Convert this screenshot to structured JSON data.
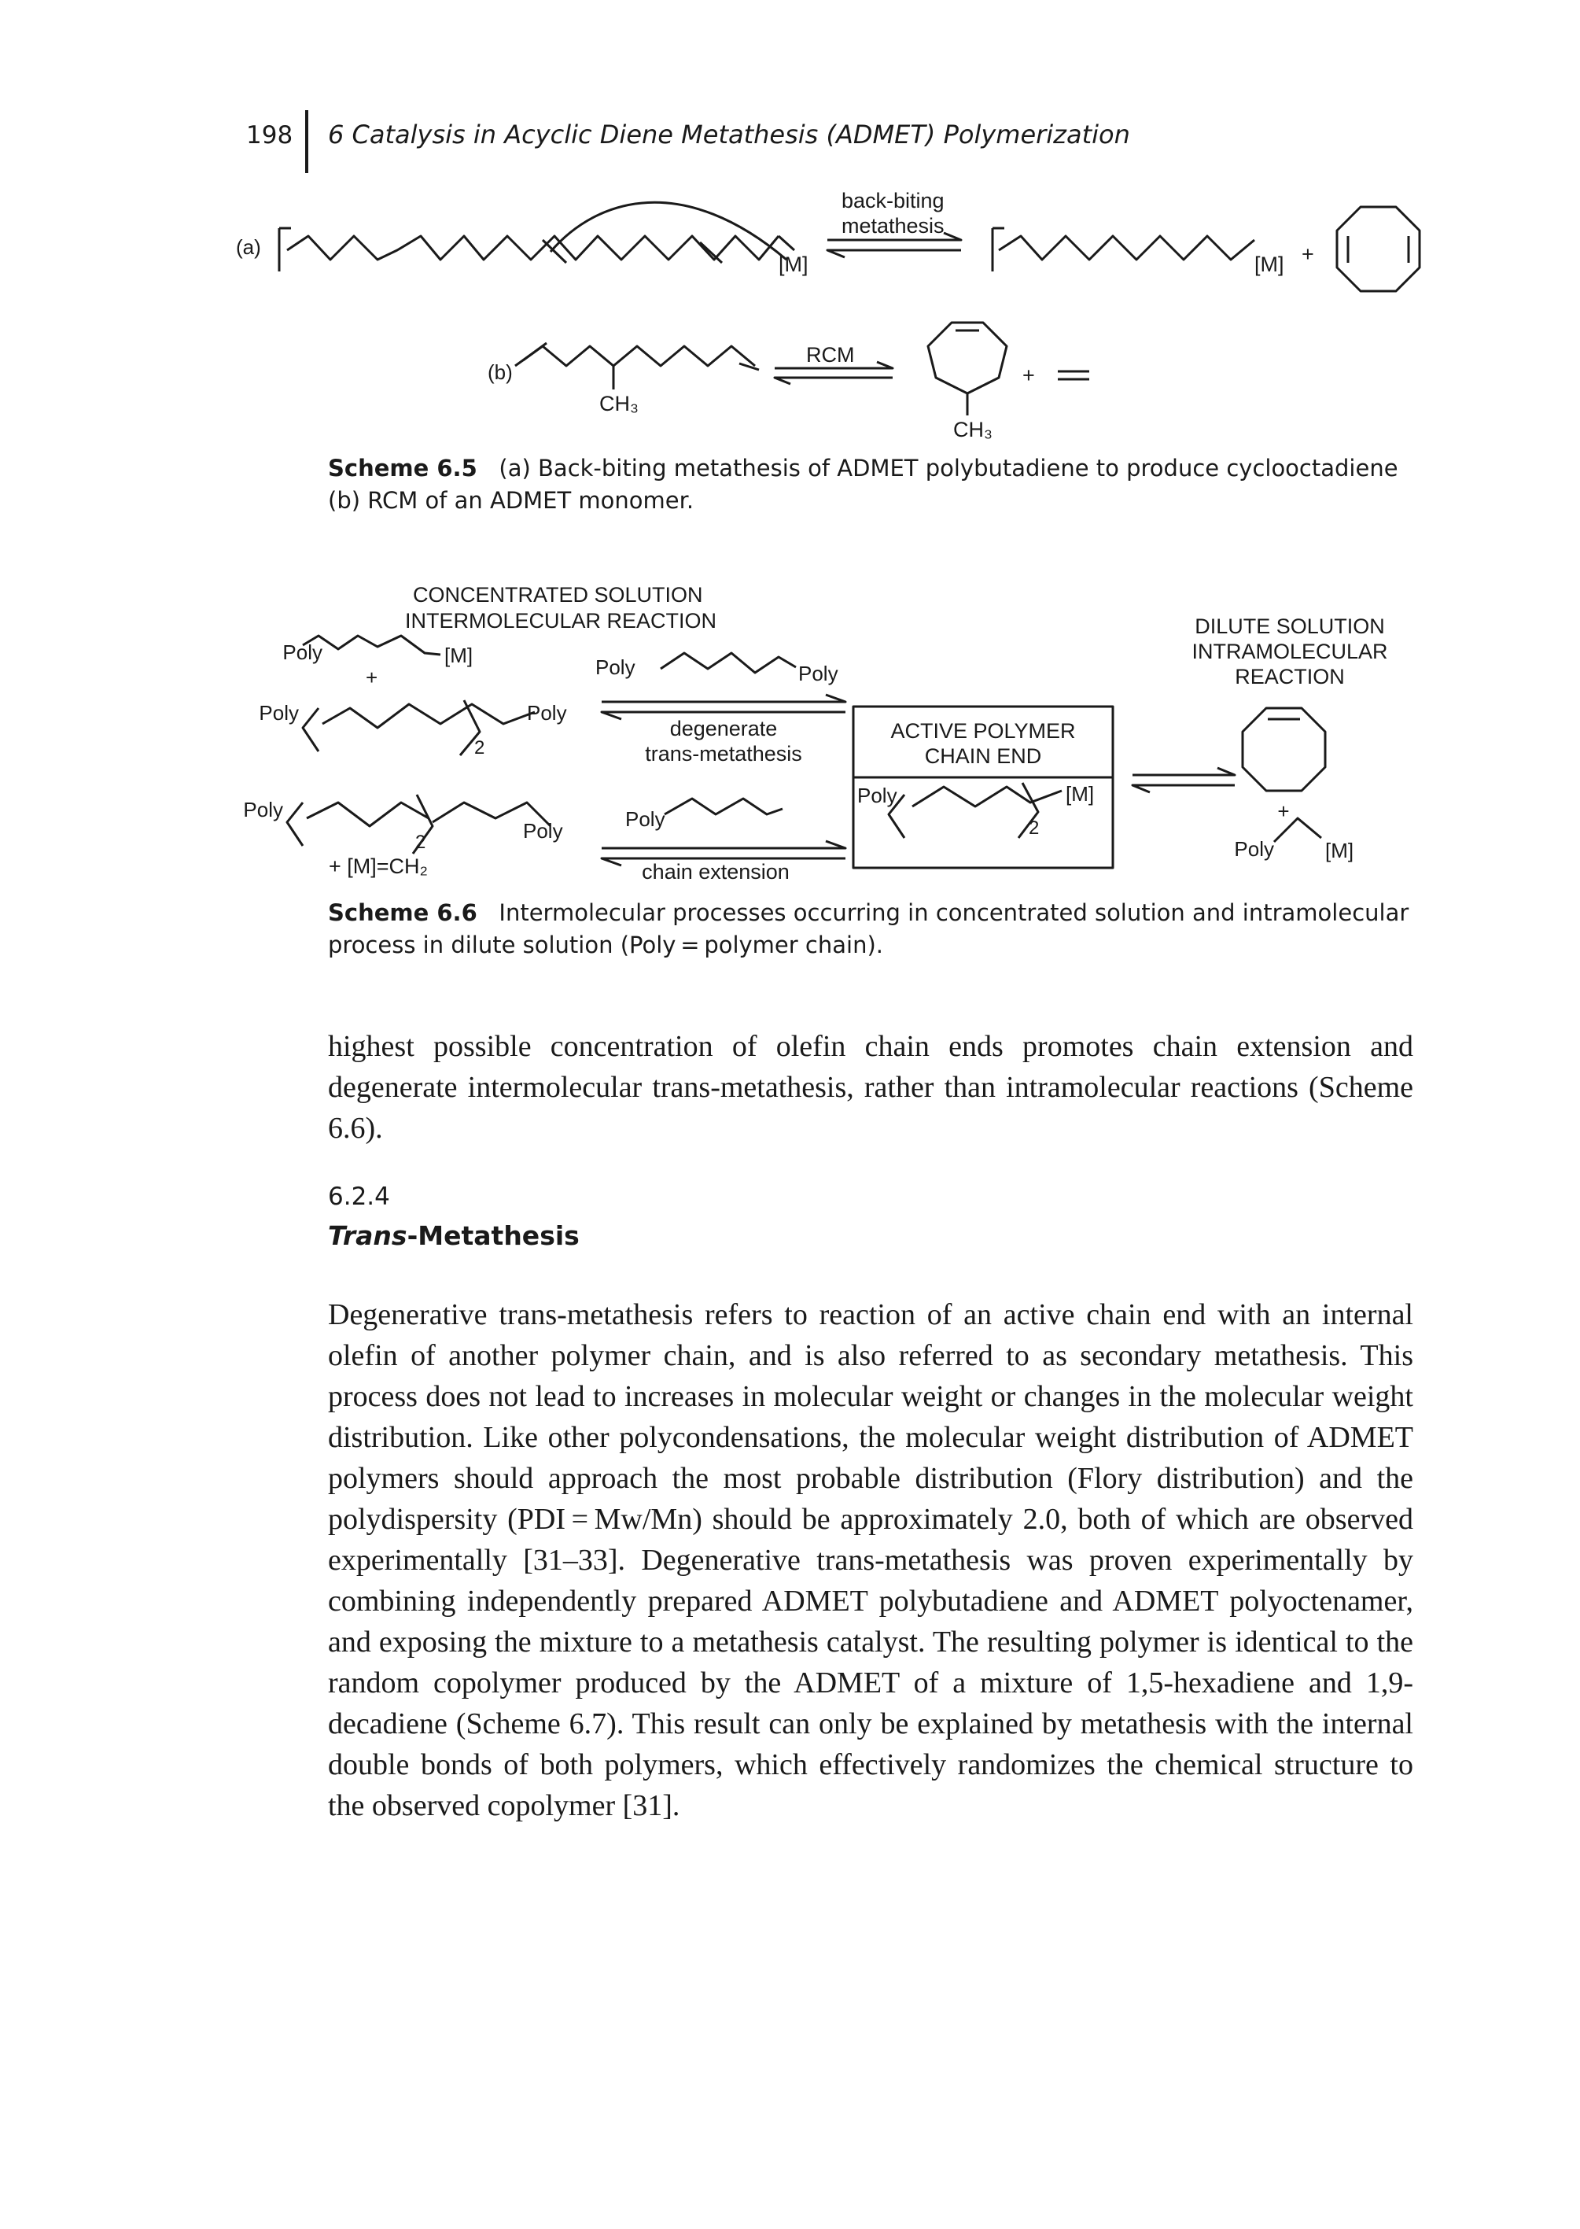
{
  "header": {
    "page_number": "198",
    "running_title": "6 Catalysis in Acyclic Diene Metathesis (ADMET) Polymerization"
  },
  "scheme_6_5": {
    "label_a": "(a)",
    "label_b": "(b)",
    "metal": "[M]",
    "arrow_label_line1": "back-biting",
    "arrow_label_line2": "metathesis",
    "plus": "+",
    "rcm_label": "RCM",
    "methyl": "CH₃",
    "caption_label": "Scheme 6.5",
    "caption_text": "(a) Back-biting metathesis of ADMET polybutadiene to produce cyclooctadiene (b) RCM of an ADMET monomer."
  },
  "scheme_6_6": {
    "heading_line1": "CONCENTRATED SOLUTION",
    "heading_line2": "INTERMOLECULAR REACTION",
    "poly": "Poly",
    "metal": "[M]",
    "plus": "+",
    "subscript_2": "2",
    "degenerate_line1": "degenerate",
    "degenerate_line2": "trans-metathesis",
    "chain_extension": "chain extension",
    "methylidene": "+ [M]=CH₂",
    "box_line1": "ACTIVE POLYMER",
    "box_line2": "CHAIN END",
    "dilute_line1": "DILUTE SOLUTION",
    "dilute_line2": "INTRAMOLECULAR",
    "dilute_line3": "REACTION",
    "caption_label": "Scheme 6.6",
    "caption_text": "Intermolecular processes occurring in concentrated solution and intramolecular process in dilute solution (Poly = polymer chain)."
  },
  "paragraph_1": {
    "text": "highest possible concentration of olefin chain ends promotes chain extension and degenerate intermolecular trans-metathesis, rather than intramolecular reactions (Scheme 6.6)."
  },
  "section": {
    "number": "6.2.4",
    "title_italic": "Trans",
    "title_rest": "-Metathesis"
  },
  "paragraph_2": {
    "text": "Degenerative trans-metathesis refers to reaction of an active chain end with an internal olefin of another polymer chain, and is also referred to as secondary metathesis. This process does not lead to increases in molecular weight or changes in the molecular weight distribution. Like other polycondensations, the molecular weight distribution of ADMET polymers should approach the most probable distribution (Flory distribution) and the polydispersity (PDI = Mw/Mn) should be approximately 2.0, both of which are observed experimentally [31–33]. Degenerative trans-metathesis was proven experimentally by combining independently prepared ADMET polybutadiene and ADMET polyoctenamer, and exposing the mixture to a metathesis catalyst. The resulting polymer is identical to the random copolymer produced by the ADMET of a mixture of 1,5-hexadiene and 1,9-decadiene (Scheme 6.7). This result can only be explained by metathesis with the internal double bonds of both polymers, which effectively randomizes the chemical structure to the observed copolymer [31]."
  }
}
